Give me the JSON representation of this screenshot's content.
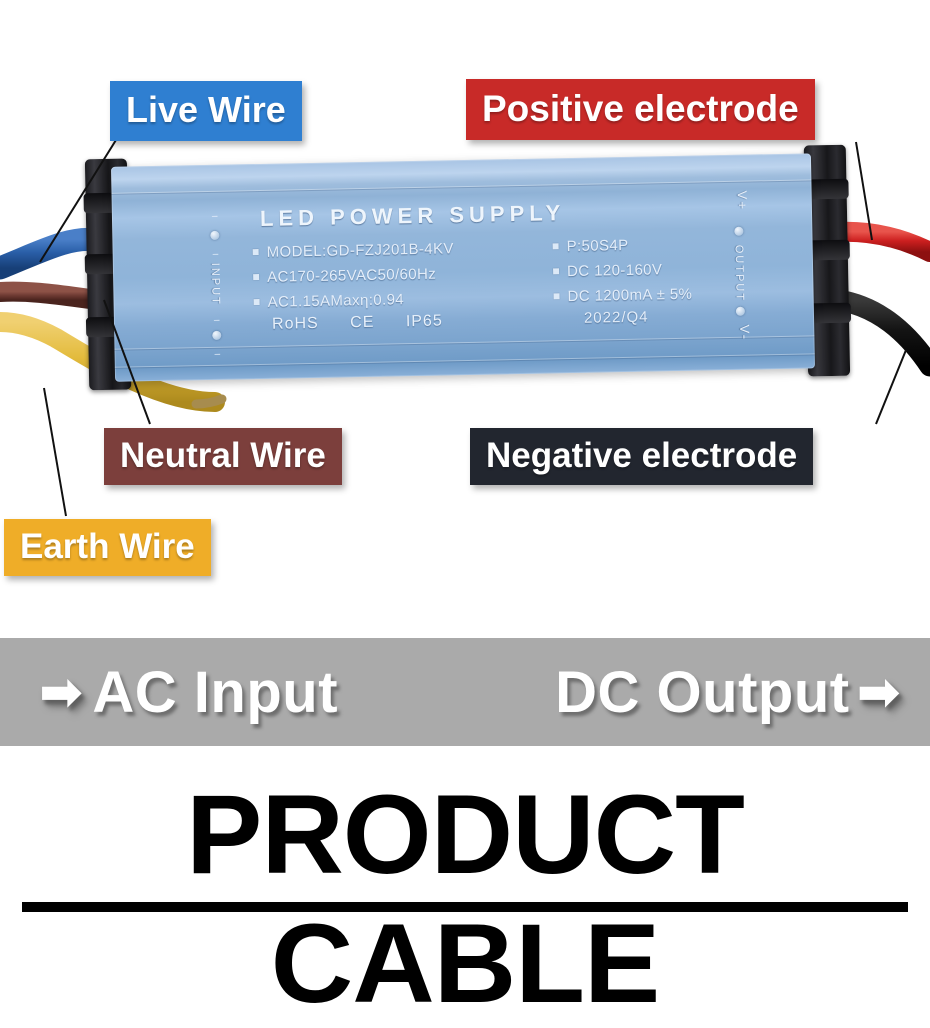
{
  "product": {
    "brand_line": "LED POWER SUPPLY",
    "specs_left": [
      "MODEL:GD-FZJ201B-4KV",
      "AC170-265VAC50/60Hz",
      "AC1.15AMaxη:0.94"
    ],
    "specs_right": [
      "P:50S4P",
      "DC 120-160V",
      "DC 1200mA ± 5%"
    ],
    "certifications": [
      "RoHS",
      "CE",
      "IP65"
    ],
    "date_code": "2022/Q4",
    "side_input_label": "INPUT",
    "side_output_label": "OUTPUT",
    "terminal_positive": "V+",
    "terminal_negative": "V-"
  },
  "callouts": [
    {
      "id": "live",
      "label": "Live Wire",
      "color": "#2f7fd1",
      "wire_color": "#2a5fa8"
    },
    {
      "id": "positive",
      "label": "Positive electrode",
      "color": "#c82a28",
      "wire_color": "#cc1f1f"
    },
    {
      "id": "neutral",
      "label": "Neutral Wire",
      "color": "#7c3f3c",
      "wire_color": "#6e3b33"
    },
    {
      "id": "negative",
      "label": "Negative electrode",
      "color": "#22262f",
      "wire_color": "#141414"
    },
    {
      "id": "earth",
      "label": "Earth Wire",
      "color": "#efad28",
      "wire_color": "#e3bb3c"
    }
  ],
  "banner": {
    "background": "#aaaaaa",
    "ac_label": "AC Input",
    "dc_label": "DC Output",
    "ac_arrow": "➡",
    "dc_arrow": "➡"
  },
  "footer": {
    "title": "PRODUCT CABLE"
  }
}
